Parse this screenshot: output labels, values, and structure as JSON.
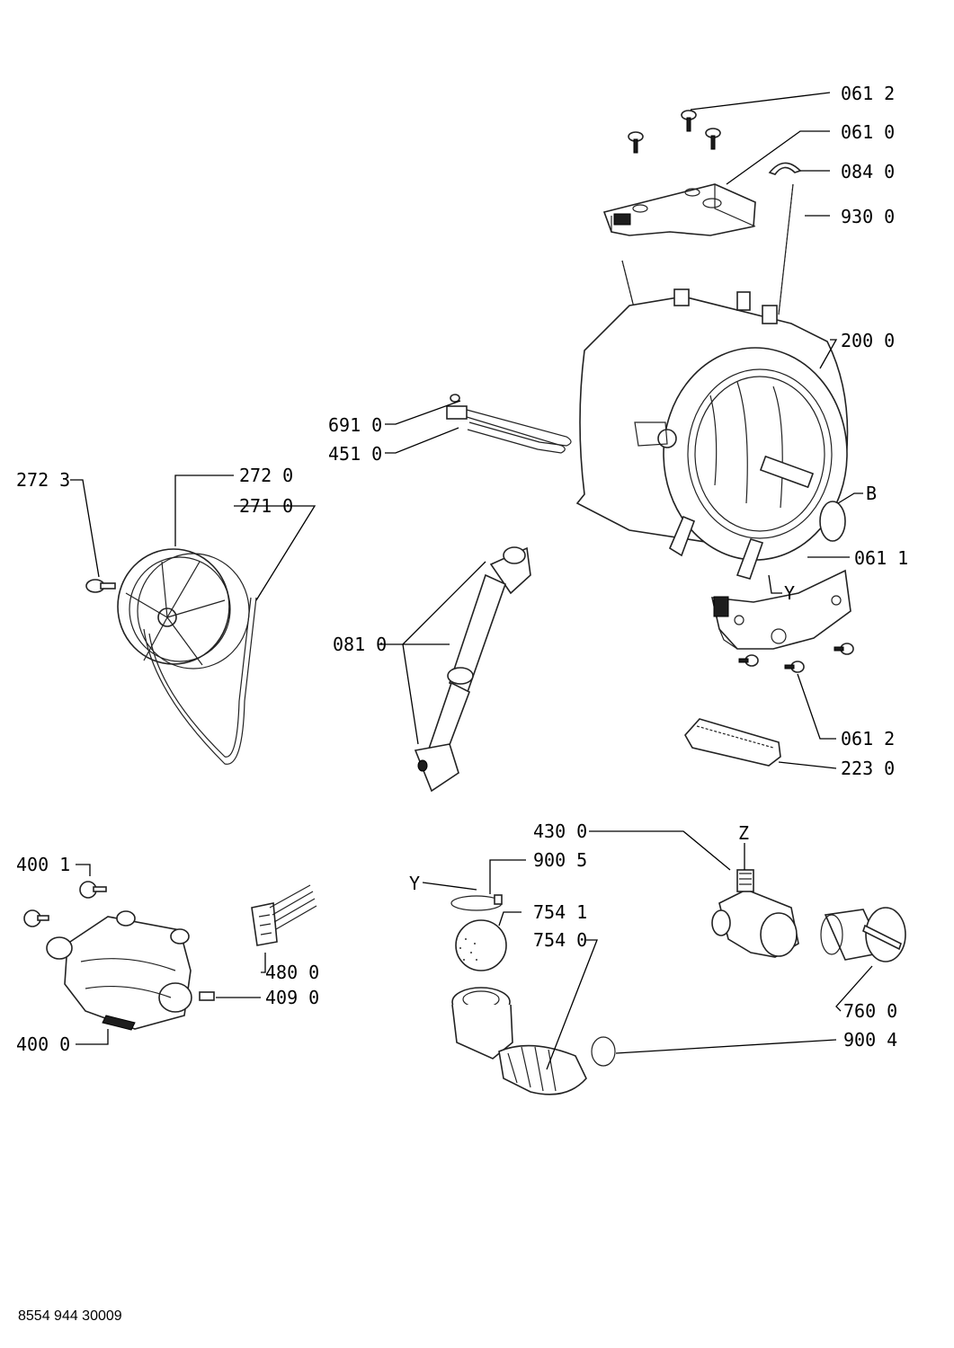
{
  "callouts": {
    "screw_top": "061 2",
    "cover_plate": "061 0",
    "clip": "084 0",
    "spring": "930 0",
    "tub": "200 0",
    "sensor": "691 0",
    "heater": "451 0",
    "pulley_screw": "272 3",
    "pulley": "272 0",
    "belt": "271 0",
    "marker_b": "B",
    "bracket": "061 1",
    "marker_y_tub": "Y",
    "damper": "081 0",
    "screw_bottom": "061 2",
    "paddle": "223 0",
    "pump": "430 0",
    "marker_z": "Z",
    "clamp": "900 5",
    "marker_y_sump": "Y",
    "ball": "754 1",
    "sump_hose": "754 0",
    "filter": "760 0",
    "hose_clamp": "900 4",
    "motor_screw": "400 1",
    "motor": "400 0",
    "wire_connector": "480 0",
    "brush": "409 0"
  },
  "document_code": "8554 944 30009"
}
